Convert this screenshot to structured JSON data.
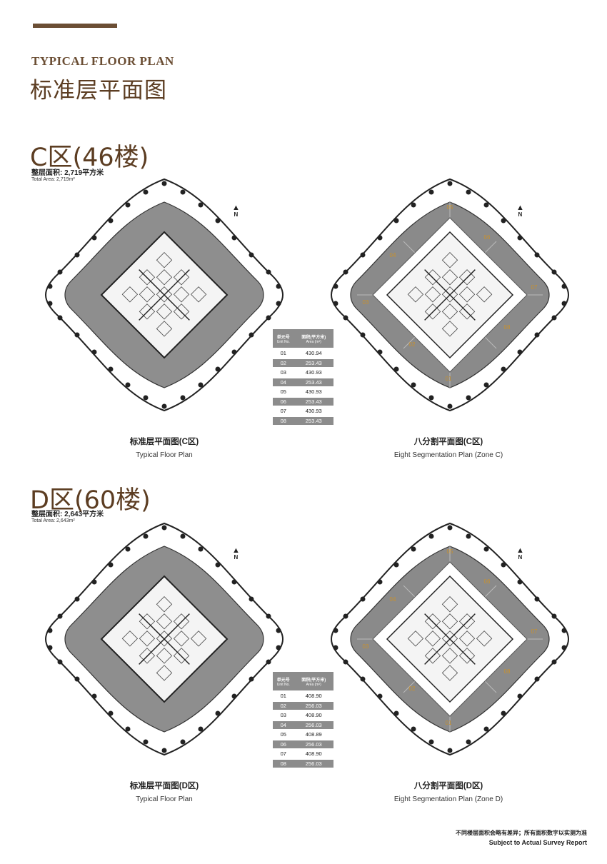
{
  "header": {
    "kicker": "TYPICAL FLOOR PLAN",
    "title_cn": "标准层平面图"
  },
  "colors": {
    "accent": "#6b4e34",
    "slab": "#8e8e8e",
    "column": "#222222"
  },
  "north_label": "N",
  "zones": [
    {
      "title": "C区(46楼)",
      "area_cn": "整层面积: 2,719平方米",
      "area_en": "Total Area: 2,719m²",
      "table": {
        "col1_cn": "单元号",
        "col1_en": "Unit No.",
        "col2_cn": "面积(平方米)",
        "col2_en": "Area (m²)",
        "rows": [
          {
            "unit": "01",
            "area": "430.94"
          },
          {
            "unit": "02",
            "area": "253.43"
          },
          {
            "unit": "03",
            "area": "430.93"
          },
          {
            "unit": "04",
            "area": "253.43"
          },
          {
            "unit": "05",
            "area": "430.93"
          },
          {
            "unit": "06",
            "area": "253.43"
          },
          {
            "unit": "07",
            "area": "430.93"
          },
          {
            "unit": "08",
            "area": "253.43"
          }
        ]
      },
      "left_caption_cn": "标准层平面图(C区)",
      "left_caption_en": "Typical Floor Plan",
      "right_caption_cn": "八分割平面图(C区)",
      "right_caption_en": "Eight Segmentation Plan (Zone C)",
      "segment_labels": [
        "05",
        "06",
        "04",
        "07",
        "03",
        "08",
        "02",
        "01"
      ]
    },
    {
      "title": "D区(60楼)",
      "area_cn": "整层面积: 2,643平方米",
      "area_en": "Total Area: 2,643m²",
      "table": {
        "col1_cn": "单元号",
        "col1_en": "Unit No.",
        "col2_cn": "面积(平方米)",
        "col2_en": "Area (m²)",
        "rows": [
          {
            "unit": "01",
            "area": "408.90"
          },
          {
            "unit": "02",
            "area": "256.03"
          },
          {
            "unit": "03",
            "area": "408.90"
          },
          {
            "unit": "04",
            "area": "256.03"
          },
          {
            "unit": "05",
            "area": "408.89"
          },
          {
            "unit": "06",
            "area": "256.03"
          },
          {
            "unit": "07",
            "area": "408.90"
          },
          {
            "unit": "08",
            "area": "256.03"
          }
        ]
      },
      "left_caption_cn": "标准层平面图(D区)",
      "left_caption_en": "Typical Floor Plan",
      "right_caption_cn": "八分割平面图(D区)",
      "right_caption_en": "Eight Segmentation Plan (Zone D)",
      "segment_labels": [
        "05",
        "06",
        "04",
        "07",
        "03",
        "08",
        "02",
        "01"
      ]
    }
  ],
  "footnote": {
    "cn": "不同楼层面积会略有差异；所有面积数字以实测为准",
    "en": "Subject to Actual Survey Report"
  }
}
